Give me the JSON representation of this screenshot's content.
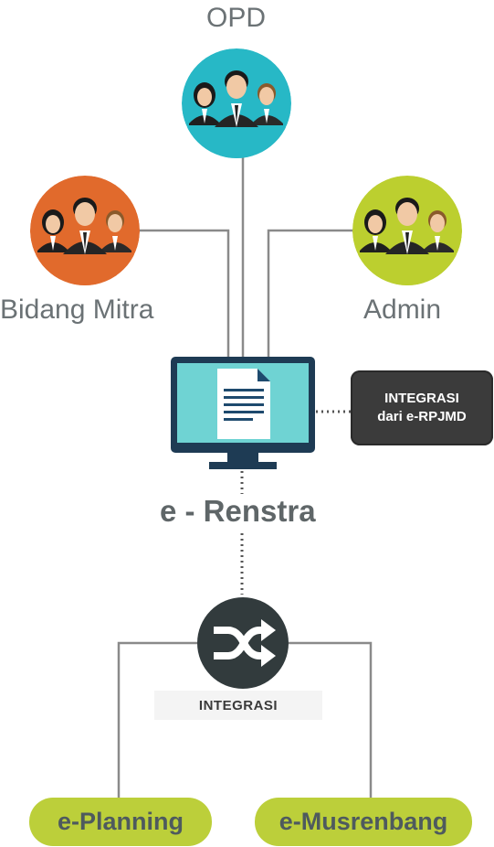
{
  "roles": {
    "opd": {
      "label": "OPD",
      "color": "#27b8c6"
    },
    "bidang_mitra": {
      "label": "Bidang Mitra",
      "color": "#e16a2c"
    },
    "admin": {
      "label": "Admin",
      "color": "#bccf2f"
    }
  },
  "main": {
    "title": "e - Renstra",
    "screen_color": "#6fd3d3",
    "frame_color": "#1e3b54"
  },
  "badge": {
    "line1": "INTEGRASI",
    "line2": "dari e-RPJMD"
  },
  "integration": {
    "label": "INTEGRASI",
    "icon_color": "#323b3d"
  },
  "outputs": {
    "left": "e-Planning",
    "right": "e-Musrenbang",
    "pill_color": "#bccf3a"
  }
}
